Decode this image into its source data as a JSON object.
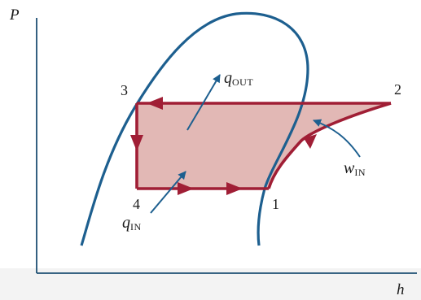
{
  "axes": {
    "y_label": "P",
    "x_label": "h"
  },
  "states": {
    "s1": "1",
    "s2": "2",
    "s3": "3",
    "s4": "4"
  },
  "annotations": {
    "q_out": {
      "symbol": "q",
      "sub": "OUT"
    },
    "q_in": {
      "symbol": "q",
      "sub": "IN"
    },
    "w_in": {
      "symbol": "w",
      "sub": "IN"
    }
  },
  "colors": {
    "dome": "#1d5f8f",
    "cycle": "#a01e35",
    "fill": "#dfb0ad",
    "axis": "#1d4f73",
    "arrow": "#1d5f8f"
  }
}
